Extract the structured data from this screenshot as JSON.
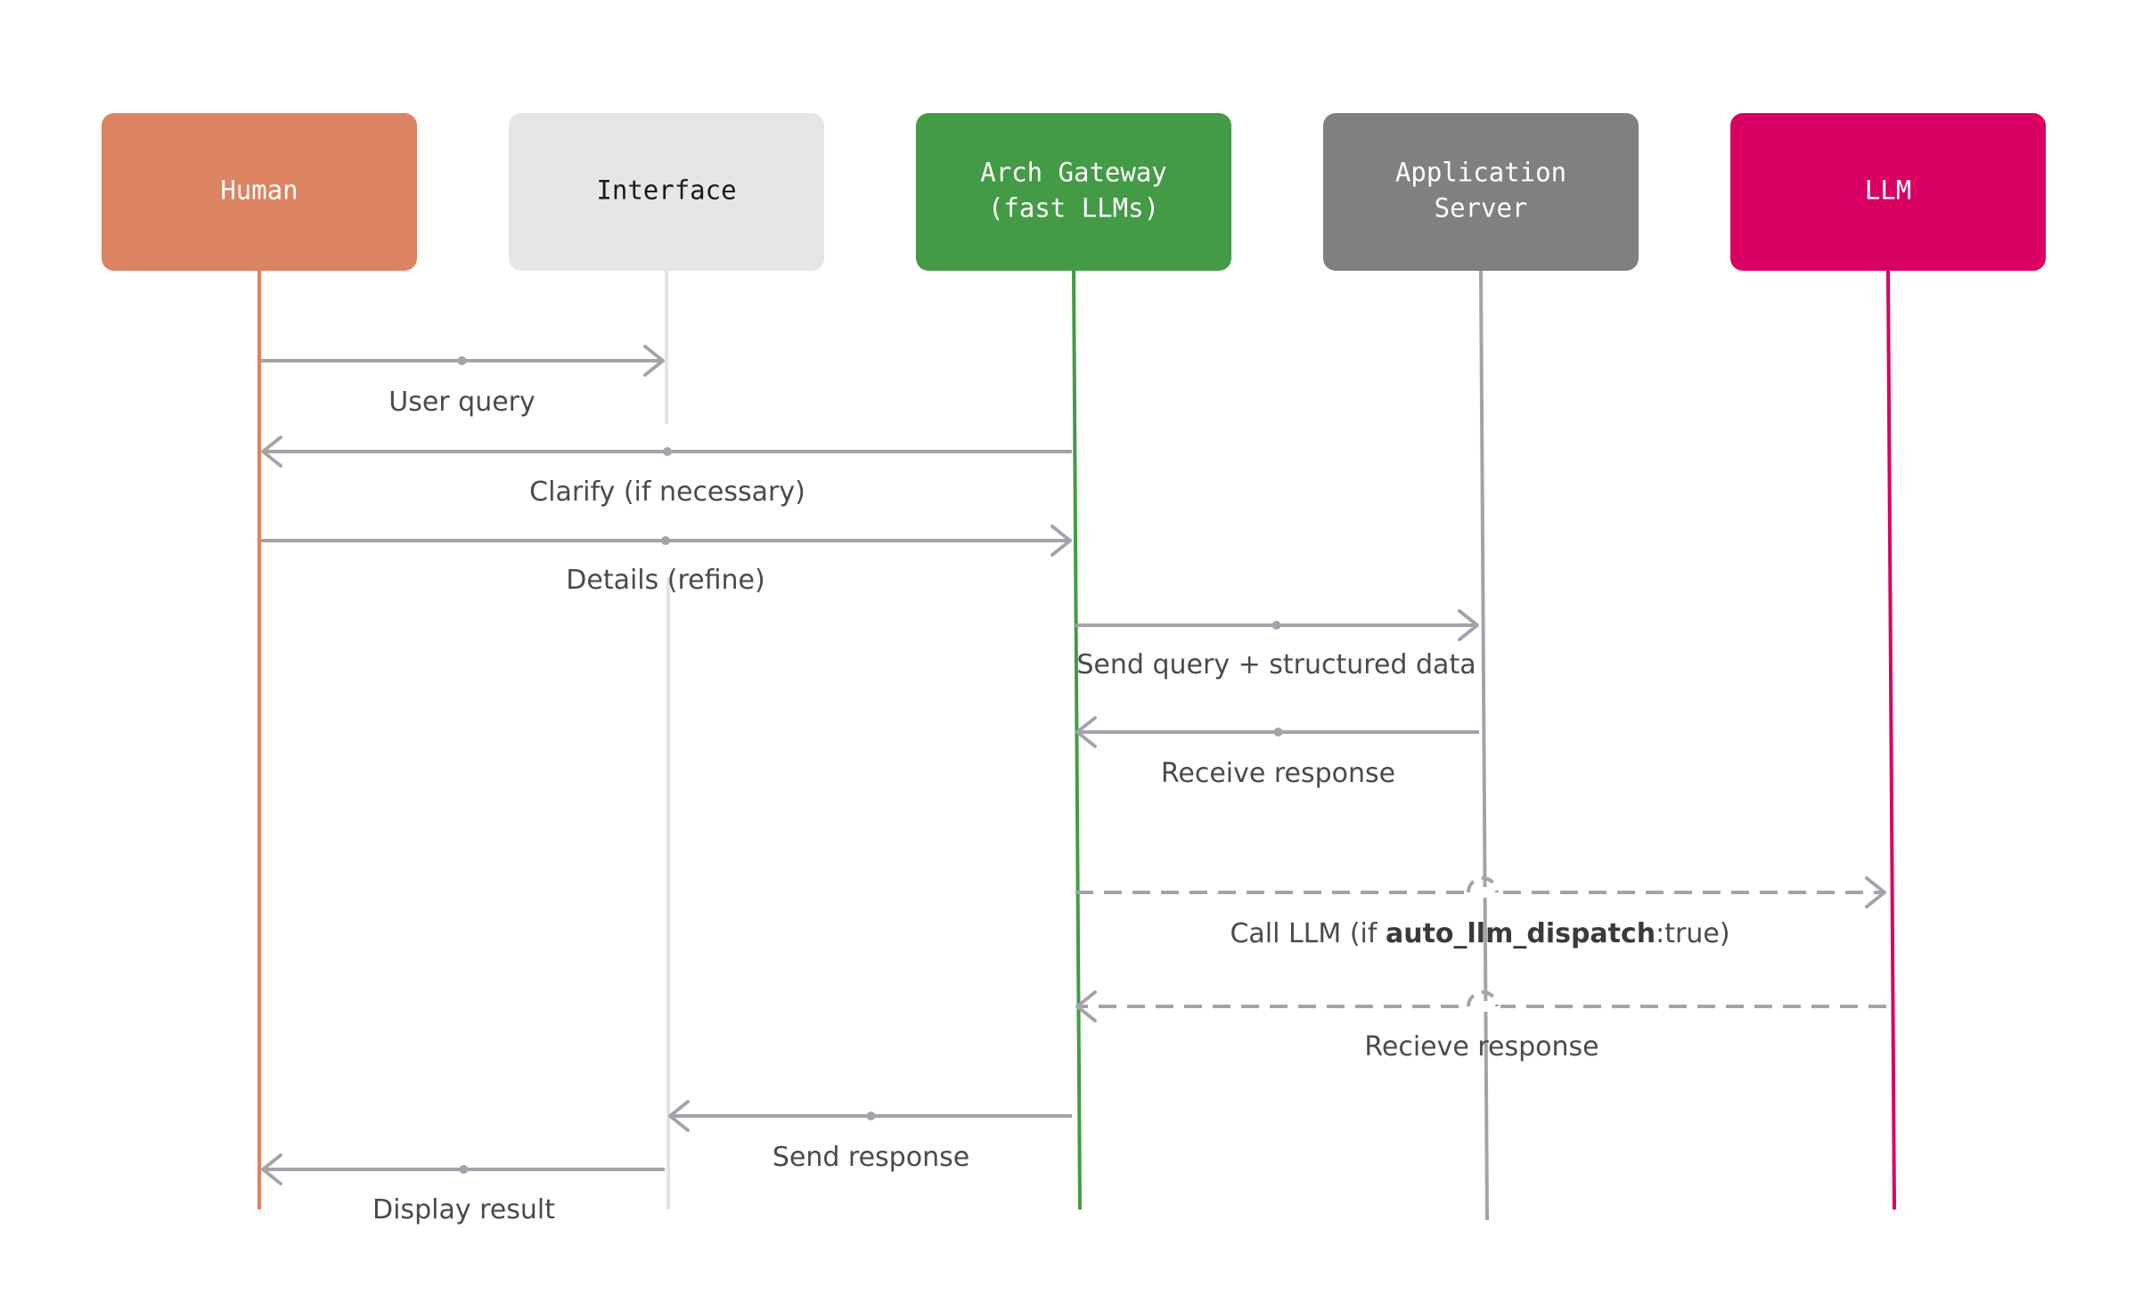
{
  "actors": [
    {
      "id": "human",
      "lines": [
        "Human"
      ],
      "fill": "#dc8362",
      "text_color": "#ffffff",
      "lifeline_color": "#dc8362"
    },
    {
      "id": "interface",
      "lines": [
        "Interface"
      ],
      "fill": "#e6e6e6",
      "text_color": "#1a1a1a",
      "lifeline_color": "#e4e4e4"
    },
    {
      "id": "gateway",
      "lines": [
        "Arch Gateway",
        "(fast LLMs)"
      ],
      "fill": "#439b45",
      "text_color": "#ffffff",
      "lifeline_color": "#439b45"
    },
    {
      "id": "appserver",
      "lines": [
        "Application",
        "Server"
      ],
      "fill": "#808080",
      "text_color": "#ffffff",
      "lifeline_color": "#a3a3ab"
    },
    {
      "id": "llm",
      "lines": [
        "LLM"
      ],
      "fill": "#da0063",
      "text_color": "#ffffff",
      "lifeline_color": "#da0063"
    }
  ],
  "messages": [
    {
      "id": "user-query",
      "from": "human",
      "to": "interface",
      "style": "solid",
      "label": [
        {
          "text": "User query"
        }
      ]
    },
    {
      "id": "clarify",
      "from": "gateway",
      "to": "human",
      "style": "solid",
      "label": [
        {
          "text": "Clarify (if necessary)"
        }
      ]
    },
    {
      "id": "details",
      "from": "human",
      "to": "gateway",
      "style": "solid",
      "label": [
        {
          "text": "Details (refine)"
        }
      ]
    },
    {
      "id": "send-query",
      "from": "gateway",
      "to": "appserver",
      "style": "solid",
      "label": [
        {
          "text": "Send query + structured data"
        }
      ]
    },
    {
      "id": "receive-response",
      "from": "appserver",
      "to": "gateway",
      "style": "solid",
      "label": [
        {
          "text": "Receive response"
        }
      ]
    },
    {
      "id": "call-llm",
      "from": "gateway",
      "to": "llm",
      "style": "dashed",
      "label": [
        {
          "text": "Call LLM (if "
        },
        {
          "text": "auto_llm_dispatch",
          "bold": true
        },
        {
          "text": ":true)"
        }
      ]
    },
    {
      "id": "recieve-response-llm",
      "from": "llm",
      "to": "gateway",
      "style": "dashed",
      "label": [
        {
          "text": "Recieve response"
        }
      ]
    },
    {
      "id": "send-response",
      "from": "gateway",
      "to": "interface",
      "style": "solid",
      "label": [
        {
          "text": "Send response"
        }
      ]
    },
    {
      "id": "display-result",
      "from": "interface",
      "to": "human",
      "style": "solid",
      "label": [
        {
          "text": "Display result"
        }
      ]
    }
  ],
  "arrow_color": "#a3a3ab"
}
